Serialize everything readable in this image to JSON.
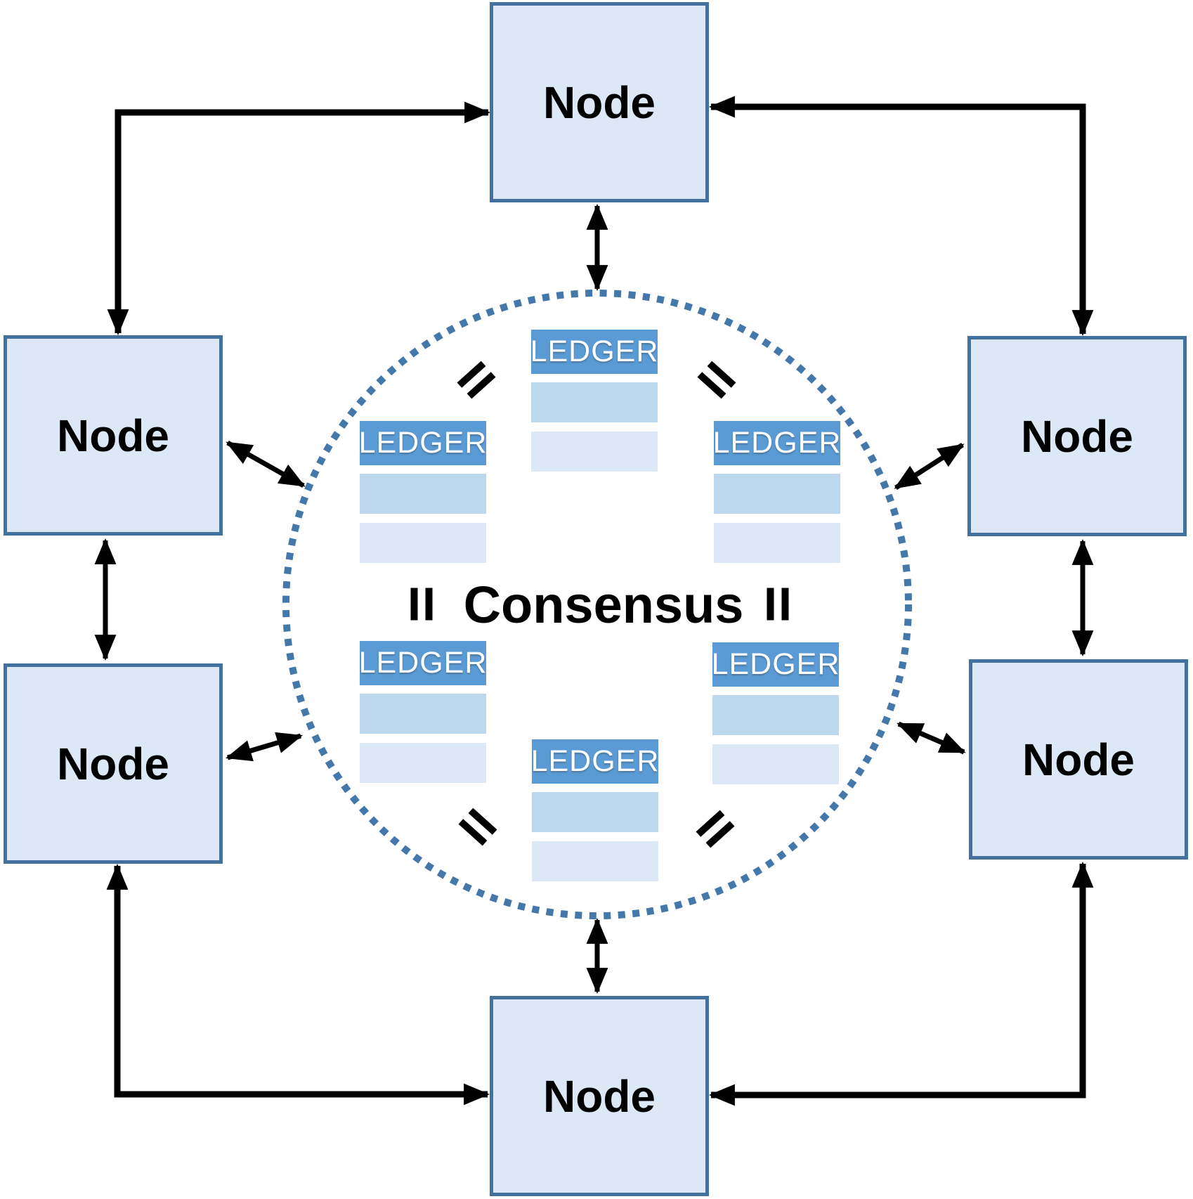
{
  "nodes": [
    {
      "position": "top",
      "label": "Node"
    },
    {
      "position": "upper-left",
      "label": "Node"
    },
    {
      "position": "upper-right",
      "label": "Node"
    },
    {
      "position": "lower-left",
      "label": "Node"
    },
    {
      "position": "lower-right",
      "label": "Node"
    },
    {
      "position": "bottom",
      "label": "Node"
    }
  ],
  "consensus": {
    "label": "Consensus"
  },
  "ledgers": [
    {
      "position": "top",
      "title": "LEDGER",
      "rows": 2
    },
    {
      "position": "upper-left",
      "title": "LEDGER",
      "rows": 2
    },
    {
      "position": "upper-right",
      "title": "LEDGER",
      "rows": 2
    },
    {
      "position": "lower-left",
      "title": "LEDGER",
      "rows": 2
    },
    {
      "position": "lower-right",
      "title": "LEDGER",
      "rows": 2
    },
    {
      "position": "bottom",
      "title": "LEDGER",
      "rows": 2
    }
  ],
  "equals_marks": {
    "symbol": "=",
    "count": 6
  },
  "colors": {
    "node_fill": "#dce8f5",
    "node_border": "#41719c",
    "ledger_header": "#5b9bd5",
    "ledger_row_1": "#bdd7ee",
    "ledger_row_2": "#dce8f5",
    "ring_dots": "#4478aa",
    "arrows": "#000000",
    "text": "#000000"
  }
}
